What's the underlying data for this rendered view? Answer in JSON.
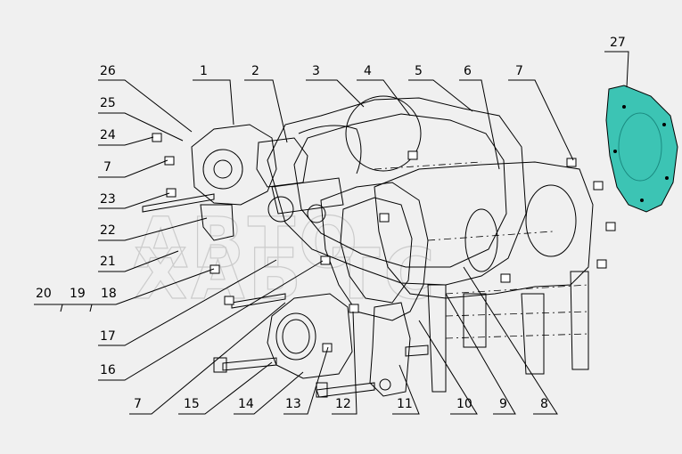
{
  "watermark": {
    "line1": "АВТО",
    "line2": "ХАБ ТС"
  },
  "callouts": {
    "c1": "1",
    "c2": "2",
    "c3": "3",
    "c4": "4",
    "c5": "5",
    "c6": "6",
    "c7a": "7",
    "c7b": "7",
    "c7c": "7",
    "c8": "8",
    "c9": "9",
    "c10": "10",
    "c11": "11",
    "c12": "12",
    "c13": "13",
    "c14": "14",
    "c15": "15",
    "c16": "16",
    "c17": "17",
    "c18": "18",
    "c19": "19",
    "c20": "20",
    "c21": "21",
    "c22": "22",
    "c23": "23",
    "c24": "24",
    "c25": "25",
    "c26": "26",
    "c27": "27"
  },
  "colors": {
    "background": "#f0f0f0",
    "line": "#000000",
    "highlight_part": "#3cc4b4",
    "watermark": "#c8c8c8"
  }
}
